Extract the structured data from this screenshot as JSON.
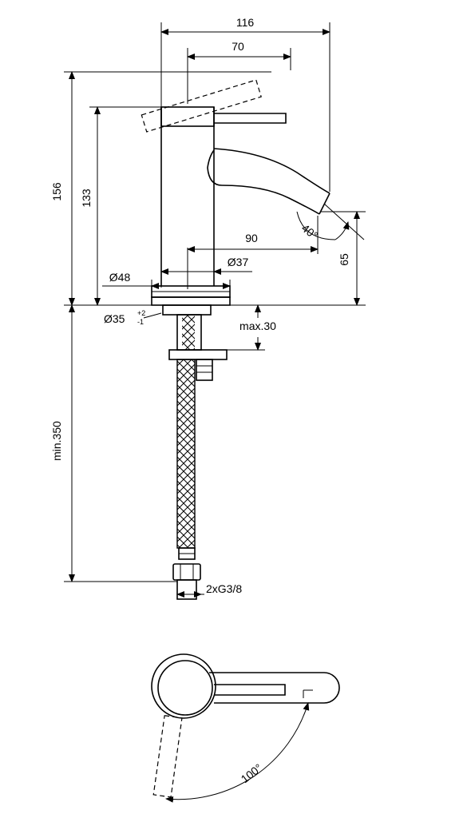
{
  "dimensions": {
    "overall_width": "116",
    "handle_length": "70",
    "overall_height": "156",
    "handle_height": "133",
    "spout_reach": "90",
    "spout_height": "65",
    "spout_angle": "40°",
    "base_diameter": "Ø48",
    "body_diameter": "Ø37",
    "hole_diameter": "Ø35",
    "hole_tol_plus": "+2",
    "hole_tol_minus": "-1",
    "max_deck": "max.30",
    "min_hose": "min.350",
    "connection": "2xG3/8",
    "rotation_angle": "100°"
  }
}
